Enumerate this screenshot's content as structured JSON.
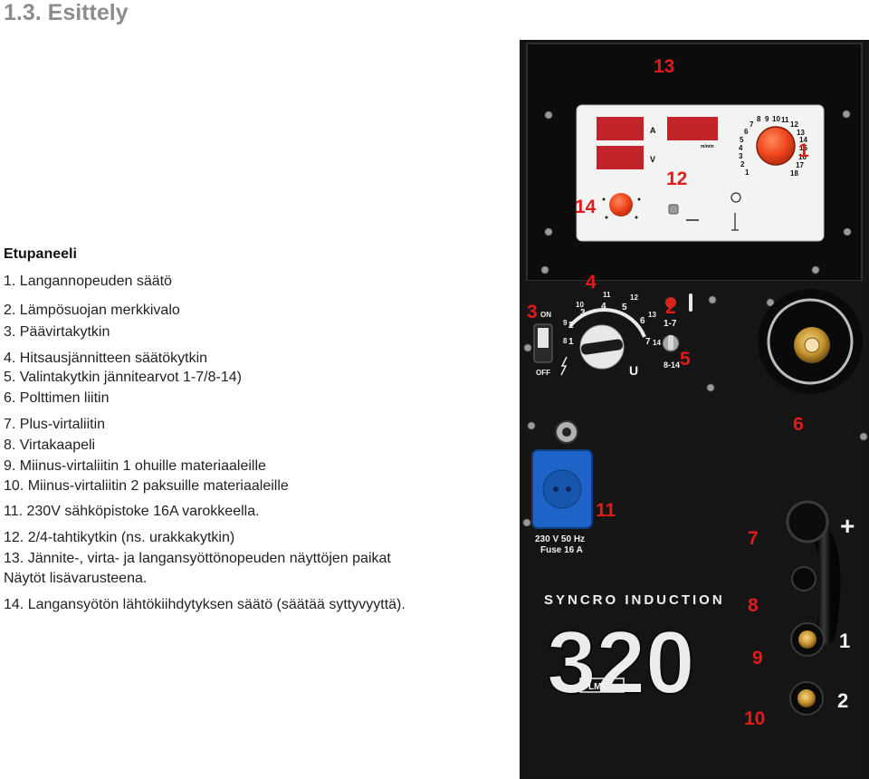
{
  "doc": {
    "section_title": "1.3. Esittely",
    "panel_heading": "Etupaneeli",
    "items": [
      "1. Langannopeuden säätö",
      "2. Lämpösuojan merkkivalo",
      "3. Päävirtakytkin",
      "4. Hitsausjännitteen säätökytkin",
      "5. Valintakytkin jännitearvot 1-7/8-14)",
      "6. Polttimen liitin",
      "7. Plus-virtaliitin",
      "8. Virtakaapeli",
      "9. Miinus-virtaliitin 1 ohuille materiaaleille",
      "10. Miinus-virtaliitin 2 paksuille materiaaleille",
      "11. 230V sähköpistoke 16A varokkeella.",
      "12. 2/4-tahtikytkin (ns. urakkakytkin)",
      "13. Jännite-, virta- ja langansyöttönopeuden näyttöjen paikat",
      "Näytöt lisävarusteena.",
      "14. Langansyötön lähtökiihdytyksen säätö (säätää syttyvyyttä)."
    ]
  },
  "photo": {
    "callouts": [
      "13",
      "1",
      "12",
      "14",
      "4",
      "3",
      "2",
      "5",
      "6",
      "11",
      "7",
      "8",
      "9",
      "10"
    ],
    "display_labels": {
      "amps": "A",
      "volts": "V",
      "speed": "m/min"
    },
    "power_switch": {
      "on": "ON",
      "off": "OFF"
    },
    "voltage_dial_numbers": [
      "10",
      "11",
      "12",
      "3",
      "4",
      "5",
      "13",
      "2",
      "6",
      "9",
      "1",
      "8",
      "7",
      "14"
    ],
    "range_labels": {
      "low": "1-7",
      "high": "8-14"
    },
    "voltage_symbol": "U",
    "wire_dial_numbers": [
      "8",
      "9",
      "10",
      "11",
      "12",
      "13",
      "14",
      "15",
      "16",
      "17",
      "18",
      "7",
      "6",
      "5",
      "4",
      "3",
      "2",
      "1"
    ],
    "socket_label": "230 V 50 Hz",
    "fuse_label": "Fuse 16 A",
    "brand": "SYNCRO INDUCTION",
    "model": "320",
    "model_badge": "LMC",
    "terminal_plus": "+",
    "terminal_1": "1",
    "terminal_2": "2"
  },
  "colors": {
    "callout": "#e01b1b",
    "machine": "#141414",
    "knob": "#f0471f",
    "socket": "#1e64c8",
    "title": "#8d8d8d"
  }
}
